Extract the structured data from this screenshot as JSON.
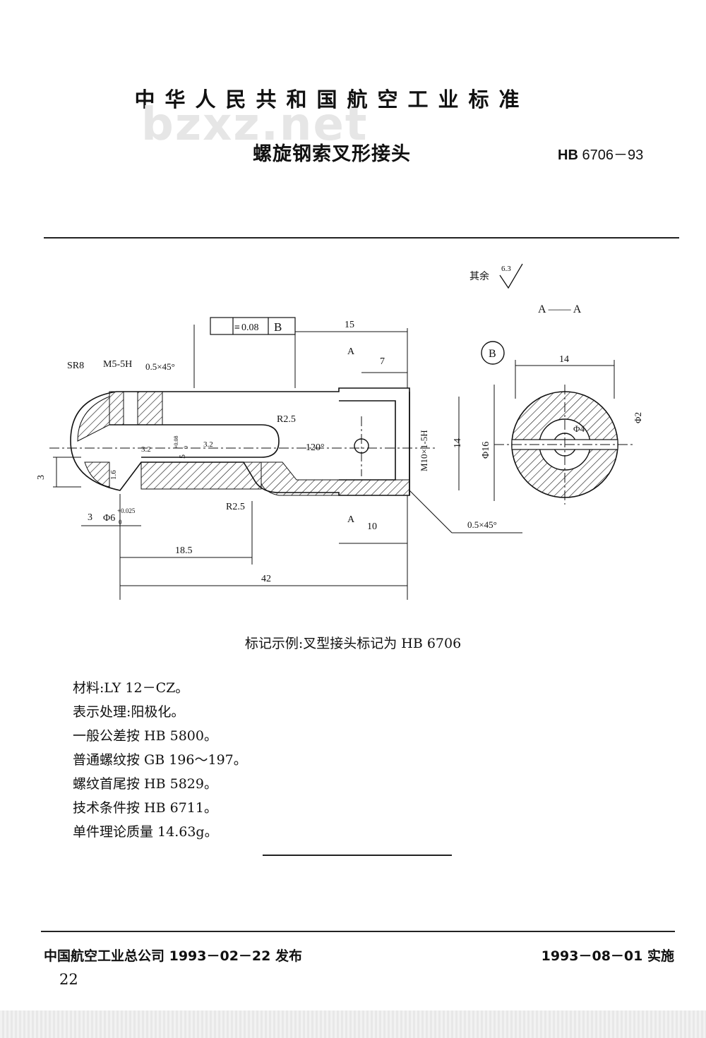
{
  "header": {
    "title": "中华人民共和国航空工业标准",
    "watermark": "bzxz.net",
    "subtitle": "螺旋钢索叉形接头",
    "std_prefix": "HB",
    "std_number": "6706－93"
  },
  "drawing": {
    "roughness_rest_label": "其余",
    "roughness_rest_value": "6.3",
    "section_label": "A —— A",
    "flatness_symbol": "≡",
    "flatness_value": "0.08",
    "datum": "B",
    "datum_circle": "B",
    "labels": {
      "sr8": "SR8",
      "m5": "M5-5H",
      "chamfer_top": "0.5×45°",
      "r25_top": "R2.5",
      "r25_bottom": "R2.5",
      "angle120": "120°",
      "m10": "M10×1-5H",
      "dim14_v": "14",
      "phi16": "Φ16",
      "phi2": "Φ2",
      "phi4": "Φ4",
      "dim14_h": "14",
      "dim15": "15",
      "dim7": "7",
      "dim10": "10",
      "dim3_left": "3",
      "dim3_bottom": "3",
      "phi6": "Φ6",
      "phi6_tol": "+0.025",
      "phi6_tol_low": "0",
      "dim18_5": "18.5",
      "dim42": "42",
      "chamfer_bottom": "0.5×45°",
      "rough32_a": "3.2",
      "rough32_b": "3.2",
      "rough16": "1.6",
      "slot5": "5",
      "slot5_tol": "+0.08",
      "slot5_tol_low": "0",
      "sec_a_top": "A",
      "sec_a_bottom": "A"
    }
  },
  "caption": "标记示例:叉型接头标记为 HB 6706",
  "notes": [
    "材料:LY 12－CZ。",
    "表示处理:阳极化。",
    "一般公差按 HB 5800。",
    "普通螺纹按 GB 196～197。",
    "螺纹首尾按 HB 5829。",
    "技术条件按 HB 6711。",
    "单件理论质量 14.63g。"
  ],
  "footer": {
    "issuer": "中国航空工业总公司 1993－02－22 发布",
    "effective": "1993－08－01 实施",
    "page": "22"
  }
}
